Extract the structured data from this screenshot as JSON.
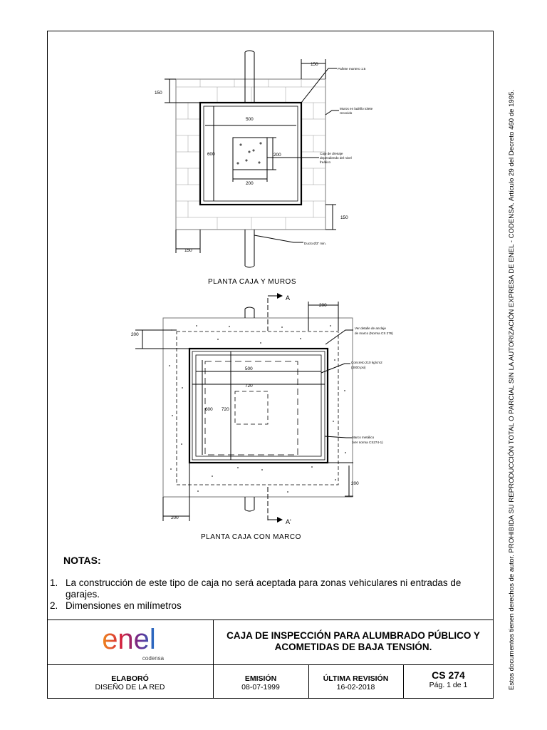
{
  "drawing": {
    "top_view": {
      "caption": "PLANTA CAJA Y MUROS",
      "dims": {
        "d150_top": "150",
        "d150_left": "150",
        "d500": "500",
        "d600": "600",
        "d200_right": "200",
        "d200_bottom": "200",
        "d150_right": "150",
        "d150_bottom": "150"
      },
      "callouts": {
        "panete": "Pañete mortero 1:5",
        "muros_1": "Muros en ladrillo tolete",
        "muros_2": "recocido",
        "cajo_1": "Cajo de drenaje",
        "cajo_2": "dependiendo del nivel",
        "cajo_3": "freático",
        "ducto": "Ducto Ø3\" min."
      }
    },
    "frame_view": {
      "caption": "PLANTA CAJA CON MARCO",
      "section_top": "A",
      "section_bottom": "A'",
      "dims": {
        "d200_top": "200",
        "d200_left": "200",
        "d500": "500",
        "d720_h": "720",
        "d600": "600",
        "d720_v": "720",
        "d200_right": "200",
        "d200_bottom": "200"
      },
      "callouts": {
        "ver_1": "Ver detalle de anclaje",
        "ver_2": "de marco (Norma CS 276)",
        "conc_1": "Concreto 210 kg/cm2",
        "conc_2": "(3000 psi)",
        "marco_1": "Marco metálico",
        "marco_2": "(Ver norma CS274-1)"
      }
    }
  },
  "notes": {
    "title": "NOTAS:",
    "items": [
      {
        "num": "1.",
        "text": "La construcción de este tipo de caja no será aceptada para zonas vehiculares ni entradas de garajes."
      },
      {
        "num": "2.",
        "text": "Dimensiones en milímetros"
      }
    ]
  },
  "title_block": {
    "logo_text": "enel",
    "logo_sub": "codensa",
    "title": "CAJA DE INSPECCIÓN PARA ALUMBRADO PÚBLICO Y ACOMETIDAS DE BAJA TENSIÓN.",
    "elaboro_label": "ELABORÓ",
    "elaboro_value": "DISEÑO DE LA RED",
    "emision_label": "EMISIÓN",
    "emision_value": "08-07-1999",
    "revision_label": "ÚLTIMA REVISIÓN",
    "revision_value": "16-02-2018",
    "code": "CS 274",
    "page": "Pág. 1 de 1"
  },
  "side_note": "Estos documentos tienen derechos de autor. PROHIBIDA SU REPRODUCCIÓN TOTAL O PARCIAL SIN LA AUTORIZACIÓN EXPRESA DE ENEL - CODENSA. Artículo 29 del Decreto 460 de 1995.",
  "colors": {
    "logo_orange": "#f08a1c",
    "logo_red": "#d4203c",
    "logo_purple": "#6b2b8f",
    "logo_blue": "#1f74c9",
    "line": "#000000"
  }
}
